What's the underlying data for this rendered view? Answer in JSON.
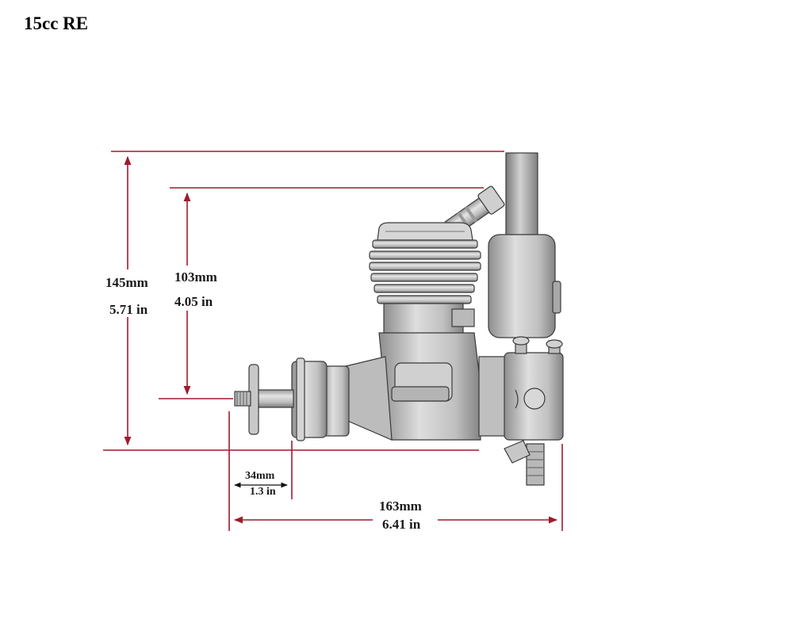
{
  "title": "15cc RE",
  "dimensions": {
    "overall_height": {
      "metric": "145mm",
      "imperial": "5.71 in"
    },
    "cylinder_height": {
      "metric": "103mm",
      "imperial": "4.05 in"
    },
    "prop_shaft_length": {
      "metric": "34mm",
      "imperial": "1.3 in"
    },
    "overall_length": {
      "metric": "163mm",
      "imperial": "6.41 in"
    }
  },
  "colors": {
    "dimension_line": "#a01a2c",
    "engine_body": "#c4c4c4",
    "engine_outline": "#3a3a3a"
  }
}
